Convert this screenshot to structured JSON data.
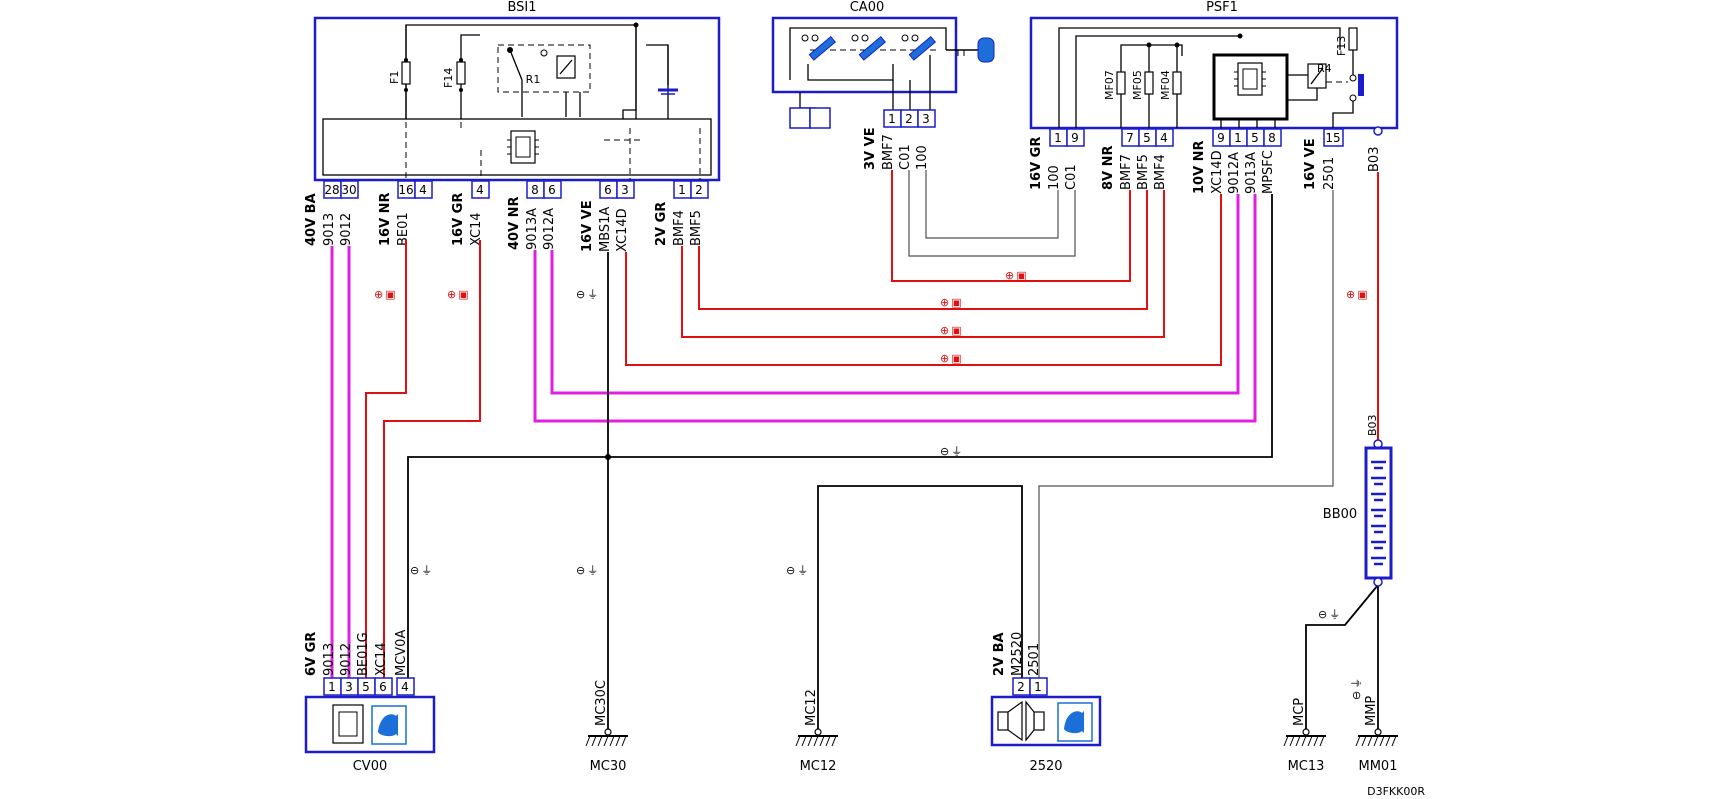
{
  "components": {
    "bsi1": "BSI1",
    "ca00": "CA00",
    "psf1": "PSF1",
    "cv00": "CV00",
    "mc30": "MC30",
    "mc12": "MC12",
    "c2520": "2520",
    "mc13": "MC13",
    "mm01": "MM01",
    "bb00": "BB00"
  },
  "internal_labels": {
    "f1": "F1",
    "f14": "F14",
    "r1": "R1",
    "mf07": "MF07",
    "mf05": "MF05",
    "mf04": "MF04",
    "r4": "R4",
    "f13": "F13",
    "b03_top": "B03"
  },
  "bsi1_connectors": [
    {
      "name": "40V BA",
      "pins": [
        "28",
        "30"
      ],
      "wires": [
        "9013",
        "9012"
      ]
    },
    {
      "name": "16V NR",
      "pins": [
        "16",
        "4"
      ],
      "wires": [
        "BE01"
      ]
    },
    {
      "name": "16V GR",
      "pins": [
        "4"
      ],
      "wires": [
        "XC14"
      ]
    },
    {
      "name": "40V NR",
      "pins": [
        "8",
        "6"
      ],
      "wires": [
        "9013A",
        "9012A"
      ]
    },
    {
      "name": "16V VE",
      "pins": [
        "6",
        "3"
      ],
      "wires": [
        "MBS1A",
        "XC14D"
      ]
    },
    {
      "name": "2V GR",
      "pins": [
        "1",
        "2"
      ],
      "wires": [
        "BMF4",
        "BMF5"
      ]
    }
  ],
  "ca00_connector": {
    "name": "3V VE",
    "pins": [
      "1",
      "2",
      "3"
    ],
    "wires": [
      "BMF7",
      "C01",
      "100"
    ]
  },
  "psf1_connectors": [
    {
      "name": "16V GR",
      "pins": [
        "1",
        "9"
      ],
      "wires": [
        "100",
        "C01"
      ]
    },
    {
      "name": "8V NR",
      "pins": [
        "7",
        "5",
        "4"
      ],
      "wires": [
        "BMF7",
        "BMF5",
        "BMF4"
      ]
    },
    {
      "name": "10V NR",
      "pins": [
        "9",
        "1",
        "5",
        "8"
      ],
      "wires": [
        "XC14D",
        "9012A",
        "9013A",
        "MPSFC"
      ]
    },
    {
      "name": "16V VE",
      "pins": [
        "15"
      ],
      "wires": [
        "2501"
      ]
    },
    {
      "name": "",
      "pins": [],
      "wires": [
        "B03"
      ]
    }
  ],
  "cv00_connector": {
    "name": "6V GR",
    "pins": [
      "1",
      "3",
      "5",
      "6",
      "4"
    ],
    "wires": [
      "9013",
      "9012",
      "BE01G",
      "XC14",
      "MCV0A"
    ]
  },
  "c2520_connector": {
    "name": "2V BA",
    "pins": [
      "2",
      "1"
    ],
    "wires": [
      "M2520",
      "2501"
    ]
  },
  "ground_wires": {
    "mc30": "MC30C",
    "mc12": "MC12",
    "mc13": "MCP",
    "mm01": "MMP"
  },
  "wire_b03": "B03",
  "marks": {
    "positive": "⊕",
    "negative": "⊖",
    "ground": "⏚",
    "battery": "▣"
  },
  "footer_code": "D3FKK00R",
  "colors": {
    "frame": "#1c1cc8",
    "positive_wire": "#e01010",
    "signal_wire": "#e020e0",
    "ground_wire": "#000000",
    "accent": "#1c6fd8"
  }
}
